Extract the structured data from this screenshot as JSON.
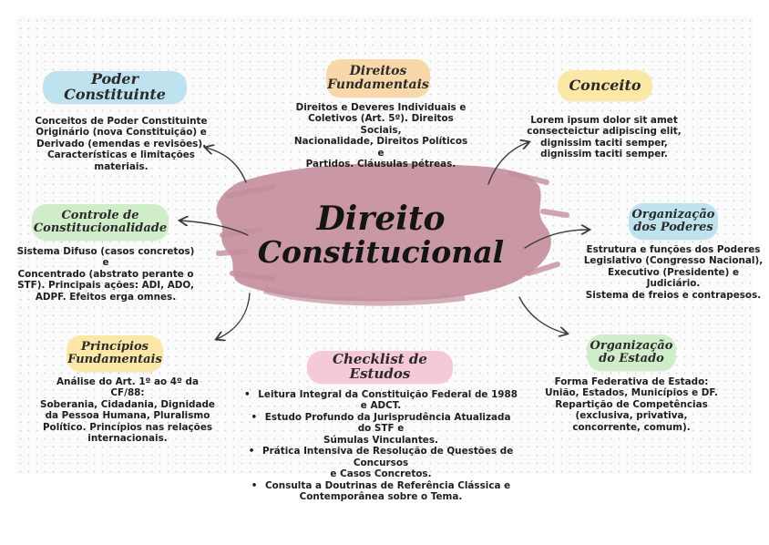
{
  "title": {
    "line1": "Direito",
    "line2": "Constitucional"
  },
  "colors": {
    "brush": "#c58f9c",
    "blue": "#bfe3ee",
    "yellow": "#fbe7a6",
    "peach": "#f8d8a8",
    "green": "#cfedc8",
    "pink": "#f6c9d8",
    "arrow": "#3a3a3a"
  },
  "poder_constituinte": {
    "label": "Poder Constituinte",
    "lines": [
      "Conceitos de Poder Constituinte",
      "Originário (nova Constituição) e",
      "Derivado (emendas e revisões).",
      "Características e limitações materiais."
    ]
  },
  "direitos_fundamentais": {
    "label_line1": "Direitos",
    "label_line2": "Fundamentais",
    "lines": [
      "Direitos e Deveres Individuais e",
      "Coletivos (Art. 5º). Direitos Sociais,",
      "Nacionalidade, Direitos Políticos e",
      "Partidos. Cláusulas pétreas."
    ]
  },
  "conceito": {
    "label": "Conceito",
    "lines": [
      "Lorem ipsum dolor sit amet",
      "consecteictur adipiscing elit,",
      "dignissim taciti semper,",
      "dignissim taciti semper."
    ]
  },
  "controle": {
    "label_line1": "Controle de",
    "label_line2": "Constitucionalidade",
    "lines": [
      "Sistema Difuso (casos concretos) e",
      "Concentrado (abstrato perante o",
      "STF). Principais ações: ADI, ADO,",
      "ADPF. Efeitos erga omnes."
    ]
  },
  "organizacao_poderes": {
    "label_line1": "Organização",
    "label_line2": "dos Poderes",
    "lines": [
      "Estrutura e funções dos Poderes",
      "Legislativo (Congresso Nacional),",
      "Executivo (Presidente) e Judiciário.",
      "Sistema de freios e contrapesos."
    ]
  },
  "principios": {
    "label_line1": "Princípios",
    "label_line2": "Fundamentais",
    "lines": [
      "Análise do Art. 1º ao 4º da CF/88:",
      "Soberania, Cidadania, Dignidade",
      "da Pessoa Humana, Pluralismo",
      "Político. Princípios nas relações",
      "internacionais."
    ]
  },
  "checklist": {
    "label": "Checklist de Estudos",
    "items": [
      [
        "Leitura Integral da Constituição Federal de 1988 e ADCT."
      ],
      [
        "Estudo Profundo da Jurisprudência Atualizada do STF e",
        "Súmulas Vinculantes."
      ],
      [
        "Prática Intensiva de Resolução de Questões de Concursos",
        "e Casos Concretos."
      ],
      [
        "Consulta a Doutrinas de Referência Clássica e",
        "Contemporânea sobre o Tema."
      ]
    ]
  },
  "organizacao_estado": {
    "label_line1": "Organização",
    "label_line2": "do Estado",
    "lines": [
      "Forma Federativa de Estado:",
      "União, Estados, Municípios e DF.",
      "Repartição de Competências",
      "(exclusiva, privativa,",
      "concorrente, comum)."
    ]
  }
}
